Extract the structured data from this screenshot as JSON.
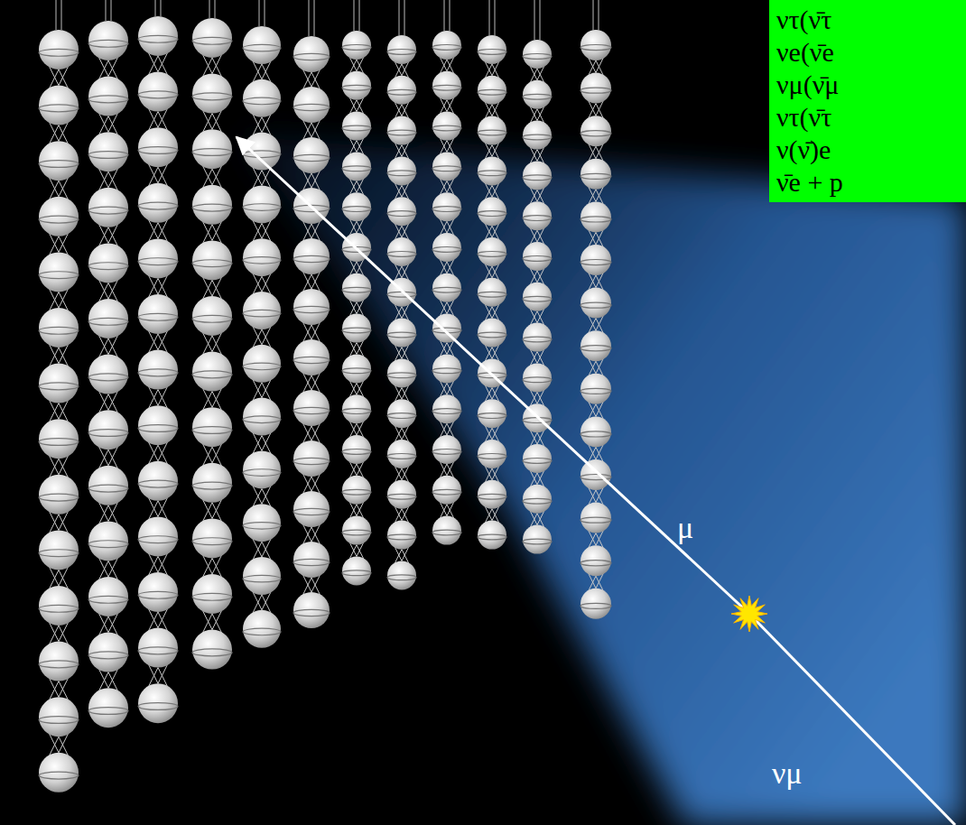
{
  "diagram": {
    "nodes": [
      {
        "text": [
          "ντ(ν̄τ",
          "νe(ν̄e",
          "νμ(ν̄μ",
          "ντ(ν̄τ",
          "ν(ν̄)e",
          "ν̄e + p"
        ]
      }
    ],
    "labels": [
      "μ",
      "νμ"
    ]
  }
}
